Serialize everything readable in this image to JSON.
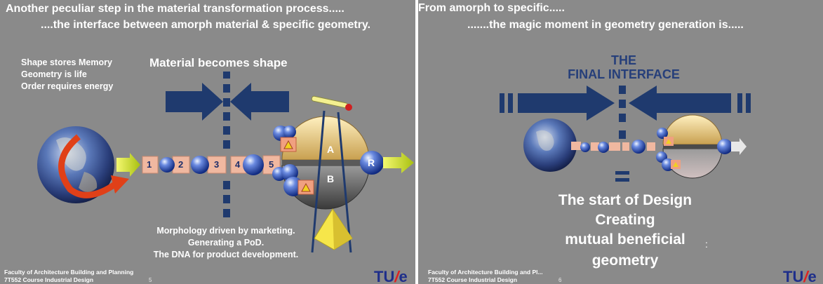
{
  "left_slide": {
    "title_line1": "Another peculiar step in the material transformation process.....",
    "title_line2": "....the interface between amorph material & specific geometry.",
    "bullets": [
      "Shape stores Memory",
      "Geometry is life",
      "Order requires energy"
    ],
    "subtitle": "Material becomes shape",
    "step_labels": [
      "1",
      "2",
      "3",
      "4",
      "5"
    ],
    "sphere_labels": [
      "A",
      "B"
    ],
    "result_label": "R",
    "bottom_lines": [
      "Morphology driven by marketing.",
      "Generating a PoD.",
      "The DNA for product development."
    ],
    "footer_line1": "Faculty of Architecture Building and Planning",
    "footer_line2": "7T552 Course Industrial Design",
    "page_number": "5",
    "logo_tu": "TU",
    "logo_slash": "/",
    "logo_e": "e"
  },
  "right_slide": {
    "title_line1": "From amorph to specific.....",
    "title_line2": ".......the magic moment in geometry generation is.....",
    "interface_line1": "THE",
    "interface_line2": "FINAL INTERFACE",
    "big_lines": [
      "The start of Design",
      "Creating",
      "mutual beneficial",
      "geometry"
    ],
    "colon_mark": ":",
    "footer_line1": "Faculty of Architecture Building and Pl...",
    "footer_line2": "7T552 Course Industrial Design",
    "page_number": "6",
    "logo_tu": "TU",
    "logo_slash": "/",
    "logo_e": "e"
  },
  "colors": {
    "slide_bg": "#8a8a8a",
    "arrow_navy": "#1f3a6e",
    "sphere_blue": "#3a5fc0",
    "connector_peach": "#f0b8a0",
    "arrow_yellowgreen": "#d8e820",
    "pyramid_yellow": "#f6e64a",
    "logo_red": "#e02020",
    "logo_blue": "#1f2f8a"
  }
}
